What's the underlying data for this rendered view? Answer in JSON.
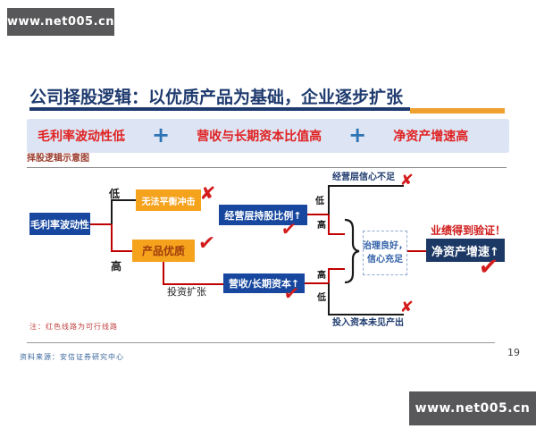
{
  "watermark": {
    "text": "www.net005.cn"
  },
  "slide": {
    "title": "公司择股逻辑：以优质产品为基础，企业逐步扩张",
    "formula": {
      "item1": "毛利率波动性低",
      "item2": "营收与长期资本比值高",
      "item3": "净资产增速高",
      "plus": "+"
    },
    "section_label": "择股逻辑示意图",
    "note": "注：红色线路为可行线路",
    "source": "资料来源：安信证券研究中心",
    "page_number": "19"
  },
  "flowchart": {
    "nodes": {
      "gross_margin": "毛利率波动性",
      "cannot_balance": "无法平衡冲击",
      "product_quality": "产品优质",
      "mgmt_holding": "经营层持股比例↑",
      "revenue_capital": "营收/长期资本↑",
      "governance_line1": "治理良好，",
      "governance_line2": "信心充足",
      "net_asset_growth": "净资产增速↑"
    },
    "labels": {
      "low": "低",
      "high": "高",
      "invest_expand": "投资扩张",
      "confidence_low": "经营层信心不足",
      "no_output": "投入资本未见产出",
      "verified": "业绩得到验证！"
    },
    "marks": {
      "check": "✔",
      "cross": "✘"
    },
    "colors": {
      "box_blue": "#17479e",
      "box_navy": "#1c3864",
      "box_orange": "#f5a21d",
      "line_red": "#c00000",
      "line_black": "#1a1a1a",
      "mark_red": "#d41c1c"
    }
  }
}
